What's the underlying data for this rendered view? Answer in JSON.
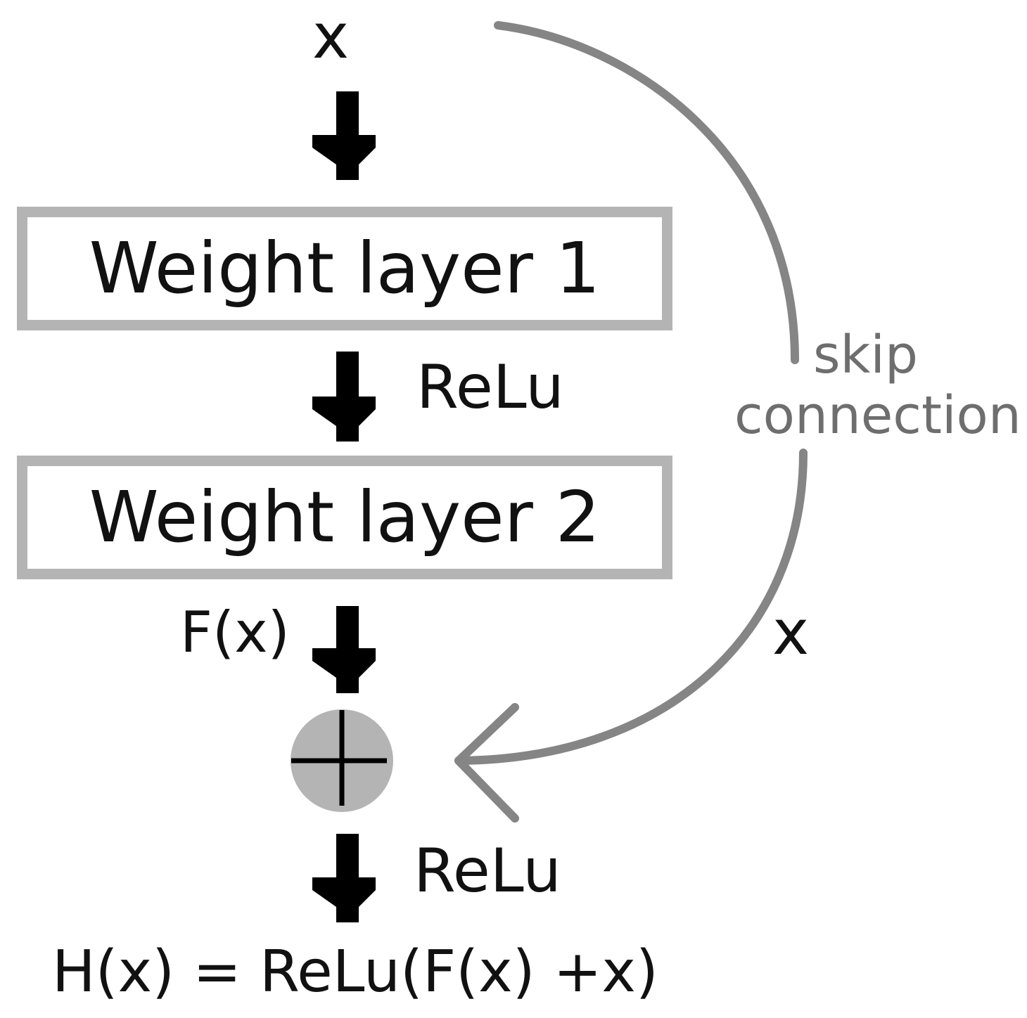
{
  "input_label": "x",
  "layers": [
    {
      "label": "Weight layer 1"
    },
    {
      "label": "Weight layer 2"
    }
  ],
  "activation_1": "ReLu",
  "residual_label": "F(x)",
  "skip": {
    "label_line1": "skip",
    "label_line2": "connection",
    "x_label": "x"
  },
  "add_node": {
    "symbol": "plus-sign",
    "fill": "#b4b4b4"
  },
  "activation_2": "ReLu",
  "output_formula": "H(x) = ReLu(F(x) +x)",
  "colors": {
    "box_border": "#b4b4b4",
    "skip_arrow": "#858585",
    "arrows": "#000000",
    "text": "#111111",
    "skip_text": "#6e6e6e"
  }
}
